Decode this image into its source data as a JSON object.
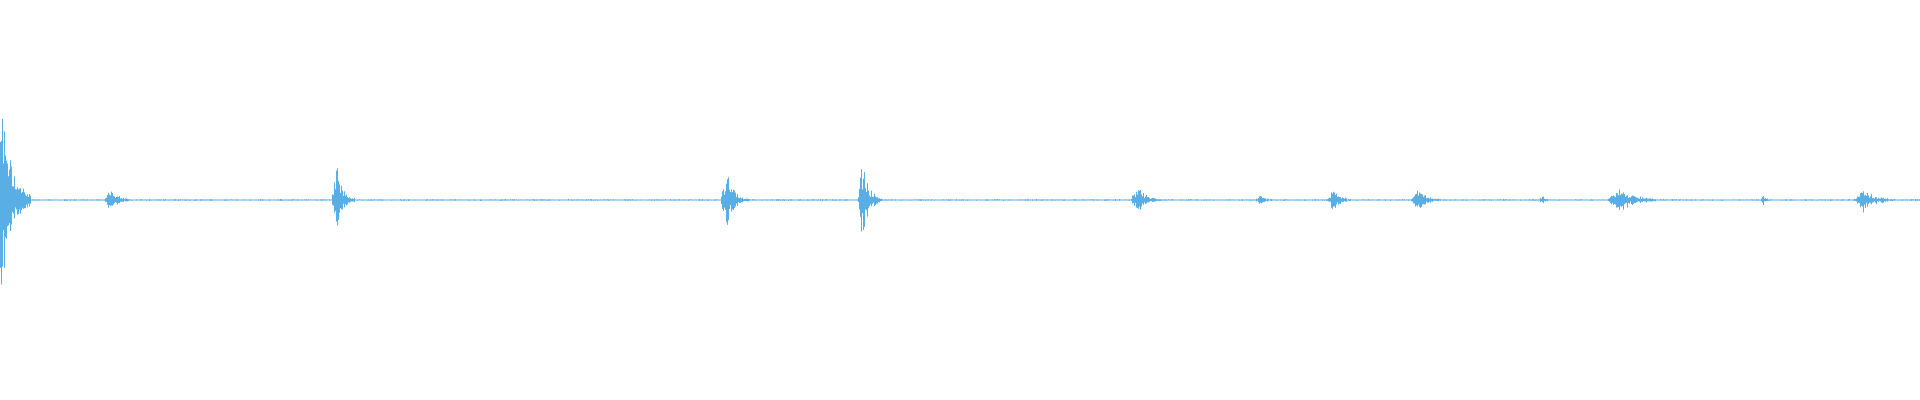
{
  "waveform": {
    "color": "#5aaee6",
    "baseline_amplitude": 0.004,
    "bursts": [
      {
        "time": 0.0,
        "duration": 0.016,
        "amplitude": 0.62
      },
      {
        "time": 0.057,
        "duration": 0.012,
        "amplitude": 0.08
      },
      {
        "time": 0.175,
        "duration": 0.01,
        "amplitude": 0.2
      },
      {
        "time": 0.378,
        "duration": 0.012,
        "amplitude": 0.16
      },
      {
        "time": 0.449,
        "duration": 0.01,
        "amplitude": 0.22
      },
      {
        "time": 0.592,
        "duration": 0.014,
        "amplitude": 0.08
      },
      {
        "time": 0.656,
        "duration": 0.01,
        "amplitude": 0.03
      },
      {
        "time": 0.694,
        "duration": 0.012,
        "amplitude": 0.06
      },
      {
        "time": 0.738,
        "duration": 0.014,
        "amplitude": 0.07
      },
      {
        "time": 0.803,
        "duration": 0.006,
        "amplitude": 0.03
      },
      {
        "time": 0.843,
        "duration": 0.026,
        "amplitude": 0.07
      },
      {
        "time": 0.918,
        "duration": 0.006,
        "amplitude": 0.03
      },
      {
        "time": 0.97,
        "duration": 0.02,
        "amplitude": 0.07
      }
    ]
  }
}
